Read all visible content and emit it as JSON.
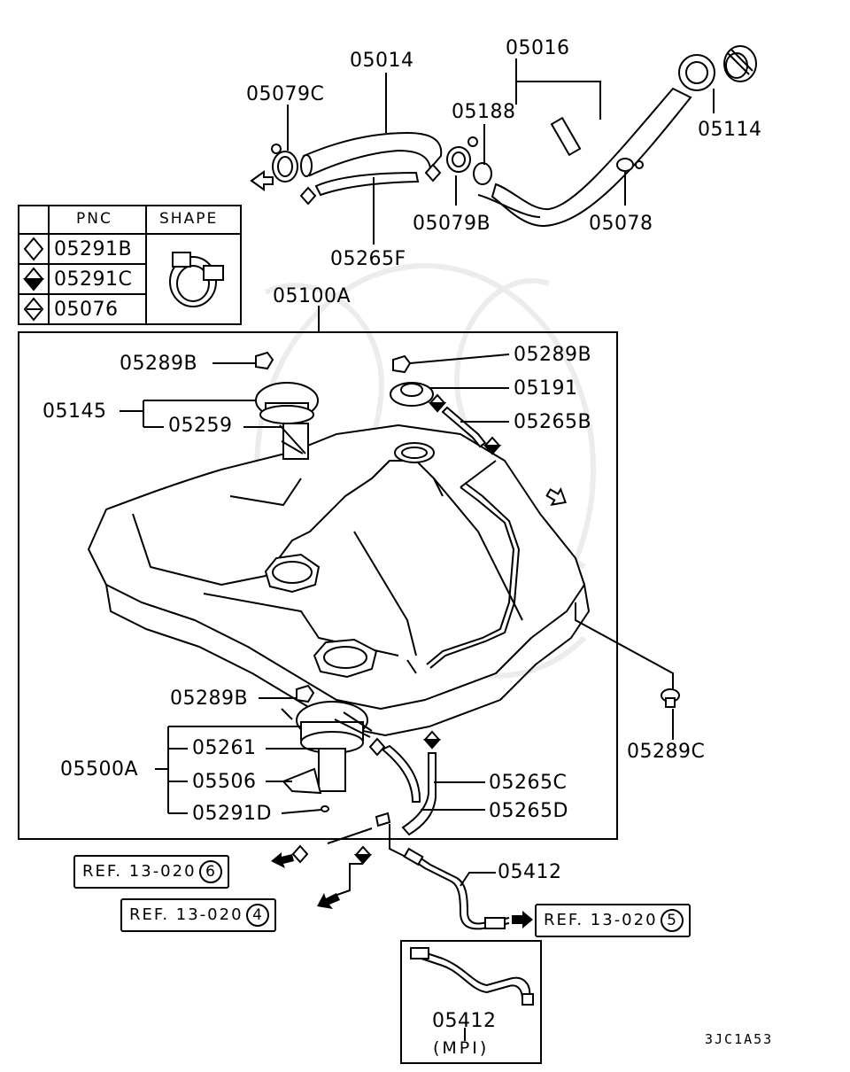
{
  "parts": {
    "p05014": "05014",
    "p05016": "05016",
    "p05079C": "05079C",
    "p05188": "05188",
    "p05114": "05114",
    "p05079B": "05079B",
    "p05078": "05078",
    "p05265F": "05265F",
    "p05100A": "05100A",
    "p05289B_1": "05289B",
    "p05289B_2": "05289B",
    "p05289B_3": "05289B",
    "p05145": "05145",
    "p05259": "05259",
    "p05191": "05191",
    "p05265B": "05265B",
    "p05289C": "05289C",
    "p05500A": "05500A",
    "p05261": "05261",
    "p05506": "05506",
    "p05291D": "05291D",
    "p05265C": "05265C",
    "p05265D": "05265D",
    "p05412_1": "05412",
    "p05412_2": "05412"
  },
  "legend_table": {
    "header_pnc": "PNC",
    "header_shape": "SHAPE",
    "rows": [
      {
        "symbol": "diamond-open-icon",
        "pnc": "05291B"
      },
      {
        "symbol": "diamond-half-filled-icon",
        "pnc": "05291C"
      },
      {
        "symbol": "diamond-open-icon",
        "pnc": "05076"
      }
    ]
  },
  "refs": {
    "ref6": {
      "text": "REF. 13-020",
      "num": "6"
    },
    "ref4": {
      "text": "REF. 13-020",
      "num": "4"
    },
    "ref5": {
      "text": "REF. 13-020",
      "num": "5"
    }
  },
  "mpi_note": "(MPI)",
  "diagram_code": "3JC1A53",
  "colors": {
    "line": "#000000",
    "background": "#ffffff",
    "watermark": "#e9e9e9"
  }
}
